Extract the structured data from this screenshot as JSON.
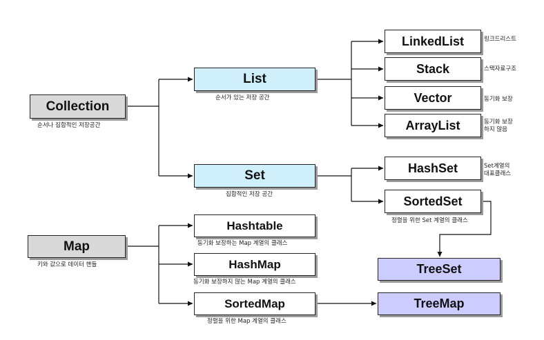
{
  "nodes": {
    "collection": "Collection",
    "list": "List",
    "set": "Set",
    "linkedlist": "LinkedList",
    "stack": "Stack",
    "vector": "Vector",
    "arraylist": "ArrayList",
    "hashset": "HashSet",
    "sortedset": "SortedSet",
    "treeset": "TreeSet",
    "map": "Map",
    "hashtable": "Hashtable",
    "hashmap": "HashMap",
    "sortedmap": "SortedMap",
    "treemap": "TreeMap"
  },
  "captions": {
    "collection": "순서나 집합적인 저장공간",
    "list": "순서가 있는 저장 공간",
    "set": "집합적인 저장 공간",
    "linkedlist": "링크드리스트",
    "stack": "스택자료구조",
    "vector": "동기화 보장",
    "arraylist_line1": "동기화 보장",
    "arraylist_line2": "하지 않음",
    "hashset_line1": "Set계열의",
    "hashset_line2": "대표클래스",
    "sortedset": "정렬을 위한 Set 계열의 클래스",
    "map": "키와 값으로 데이터 핸들",
    "hashtable": "동기화 보장하는 Map 계열의 클래스",
    "hashmap": "동기화 보장하지 않는 Map 계열의 클래스",
    "sortedmap": "정렬을 위한 Map 계열의 클래스"
  },
  "colors": {
    "root_fill": "#d9d9d9",
    "interface_fill": "#cfeffb",
    "class_fill": "#ffffff",
    "tree_fill": "#ccccff",
    "line": "#111111"
  }
}
